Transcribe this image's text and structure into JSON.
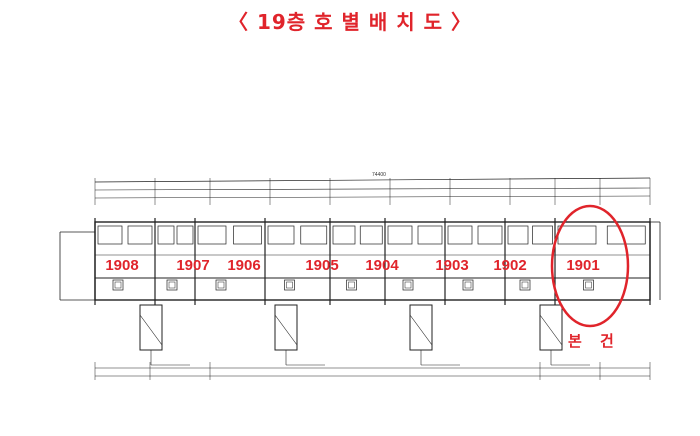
{
  "title": "〈 19층 호 별 배 치 도 〉",
  "plan": {
    "overall_dimension": "74400",
    "units": [
      "1908",
      "1907",
      "1906",
      "1905",
      "1904",
      "1903",
      "1902",
      "1901"
    ],
    "highlighted_unit": "1901",
    "highlight_label": [
      "본",
      "건"
    ],
    "highlight_color": "#e0242b"
  }
}
